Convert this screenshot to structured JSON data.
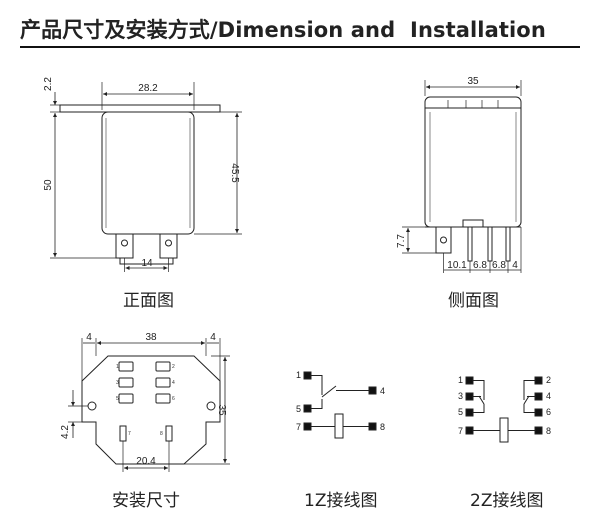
{
  "header": {
    "title": "产品尺寸及安装方式/Dimension and  Installation"
  },
  "views": {
    "front": {
      "caption": "正面图",
      "dims": {
        "width": "28.2",
        "flange": "2.2",
        "total_height": "50",
        "body_height": "45.5",
        "pin_pitch": "14"
      }
    },
    "side": {
      "caption": "侧面图",
      "dims": {
        "width": "35",
        "pin_length": "7.7",
        "d1": "10.1",
        "d2": "6.8",
        "d3": "6.8",
        "d4": "4"
      }
    },
    "mounting": {
      "caption": "安装尺寸",
      "dims": {
        "width": "38",
        "left_margin": "4",
        "right_margin": "4",
        "height": "35",
        "offset": "4.2",
        "pin_pitch": "20.4"
      },
      "pin_labels": {
        "p1": "1",
        "p2": "2",
        "p3": "3",
        "p4": "4",
        "p5": "5",
        "p6": "6",
        "p7": "7",
        "p8": "8"
      }
    },
    "wiring_1z": {
      "caption": "1Z接线图",
      "pins": {
        "p1": "1",
        "p4": "4",
        "p5": "5",
        "p7": "7",
        "p8": "8"
      }
    },
    "wiring_2z": {
      "caption": "2Z接线图",
      "pins": {
        "p1": "1",
        "p2": "2",
        "p3": "3",
        "p4": "4",
        "p5": "5",
        "p6": "6",
        "p7": "7",
        "p8": "8"
      }
    }
  }
}
